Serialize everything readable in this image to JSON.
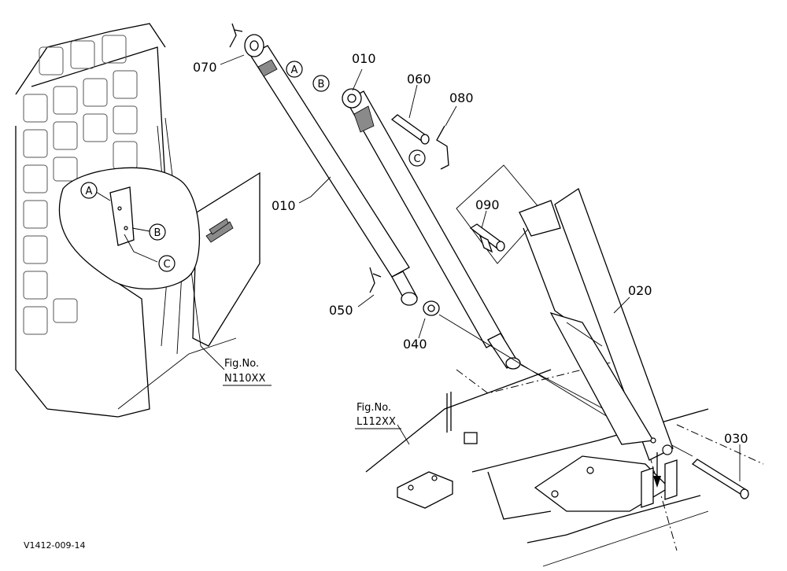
{
  "diagram": {
    "part_labels": {
      "p070": "070",
      "p010_rod_a": "010",
      "p010_rod_b": "010",
      "p060": "060",
      "p080": "080",
      "p090": "090",
      "p020": "020",
      "p050": "050",
      "p040": "040",
      "p030": "030"
    },
    "callouts": {
      "a_top": "A",
      "b_top": "B",
      "c_top": "C",
      "a_detail": "A",
      "b_detail": "B",
      "c_detail": "C"
    },
    "fig_refs": {
      "n110_title": "Fig.No.",
      "n110_code": "N110XX",
      "l112_title": "Fig.No.",
      "l112_code": "L112XX"
    },
    "drawing_id": "V1412-009-14"
  }
}
